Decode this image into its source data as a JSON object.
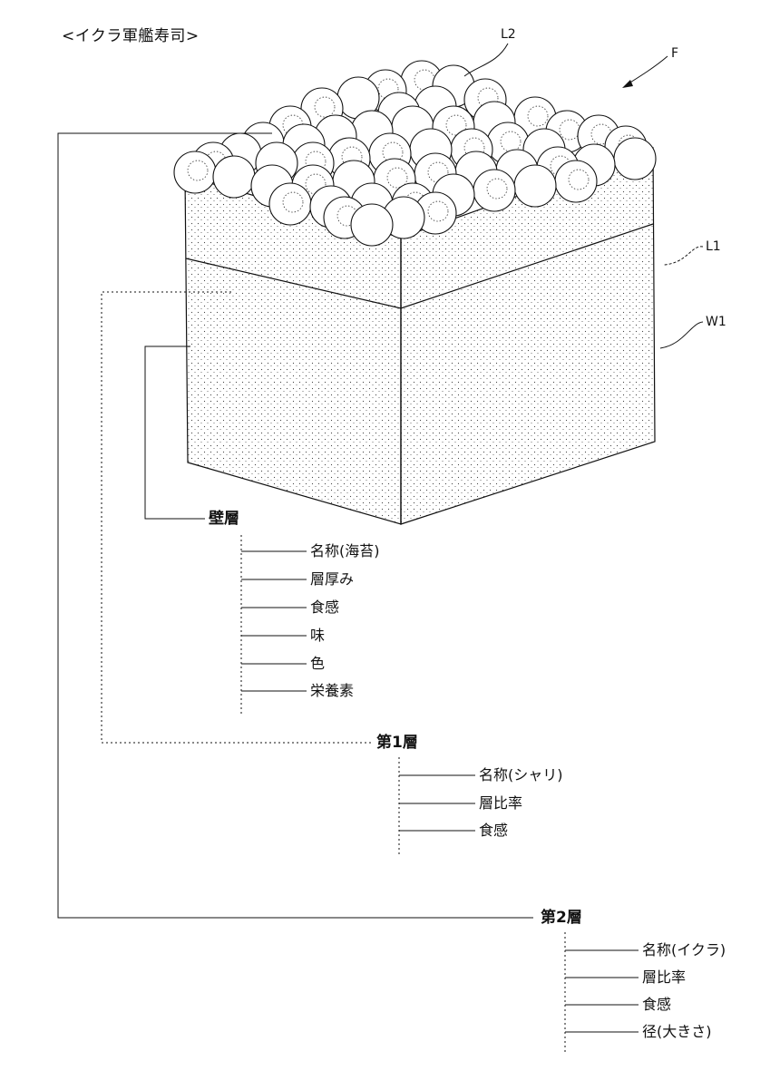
{
  "title": "<イクラ軍艦寿司>",
  "refs": {
    "figure": "F",
    "top_layer": "L2",
    "first_layer": "L1",
    "wall": "W1"
  },
  "wall_layer": {
    "heading": "壁層",
    "attributes": [
      "名称(海苔)",
      "層厚み",
      "食感",
      "味",
      "色",
      "栄養素"
    ]
  },
  "layer_1": {
    "heading": "第1層",
    "attributes": [
      "名称(シャリ)",
      "層比率",
      "食感"
    ]
  },
  "layer_2": {
    "heading": "第2層",
    "attributes": [
      "名称(イクラ)",
      "層比率",
      "食感",
      "径(大きさ)"
    ]
  },
  "colors": {
    "ink": "#111111",
    "background": "#ffffff",
    "stipple": "#444444"
  }
}
